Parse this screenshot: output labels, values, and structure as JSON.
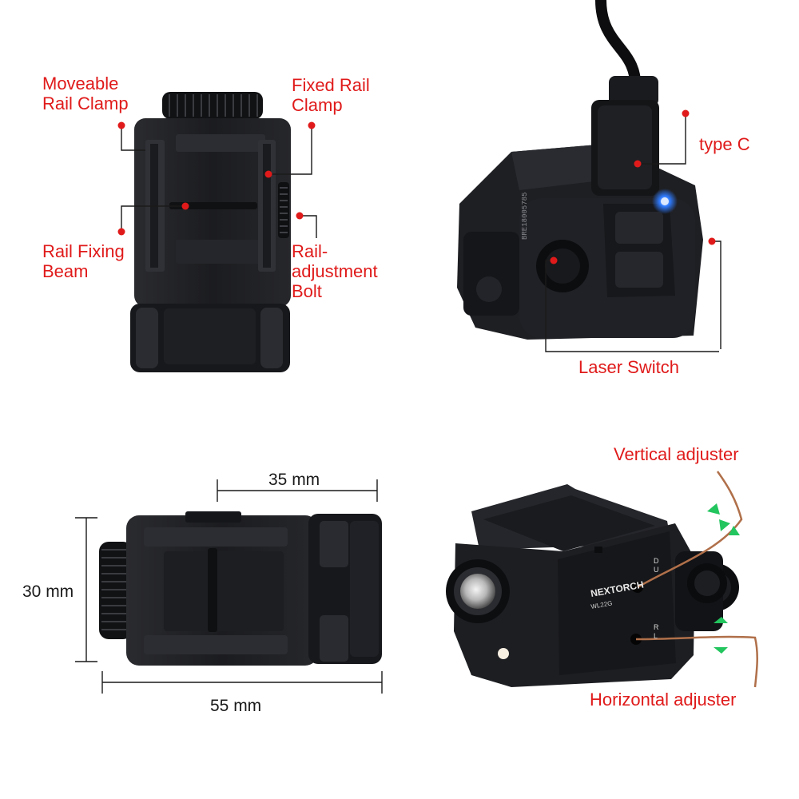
{
  "colors": {
    "callout": "#e01a1a",
    "dimension": "#1a1a1a",
    "device": "#1c1d20",
    "highlight": "#3a3c42",
    "wire": "#b0704a",
    "arrow": "#22c55e",
    "led": "#2f7bff"
  },
  "top_left": {
    "labels": {
      "moveable_clamp": "Moveable\nRail Clamp",
      "fixed_clamp": "Fixed Rail\nClamp",
      "fixing_beam": "Rail Fixing\nBeam",
      "adjust_bolt": "Rail-\nadjustment\nBolt"
    }
  },
  "top_right": {
    "labels": {
      "type_c": "type C",
      "laser_switch": "Laser Switch"
    },
    "serial": "BRE18005785"
  },
  "bottom_left": {
    "dimensions": {
      "width_top": "35 mm",
      "height": "30 mm",
      "length": "55 mm"
    }
  },
  "bottom_right": {
    "labels": {
      "vertical": "Vertical adjuster",
      "horizontal": "Horizontal adjuster"
    },
    "brand": "NEXTORCH",
    "model": "WL22G",
    "side_letters_top": "D\nU",
    "side_letters_bottom": "R\nL"
  }
}
